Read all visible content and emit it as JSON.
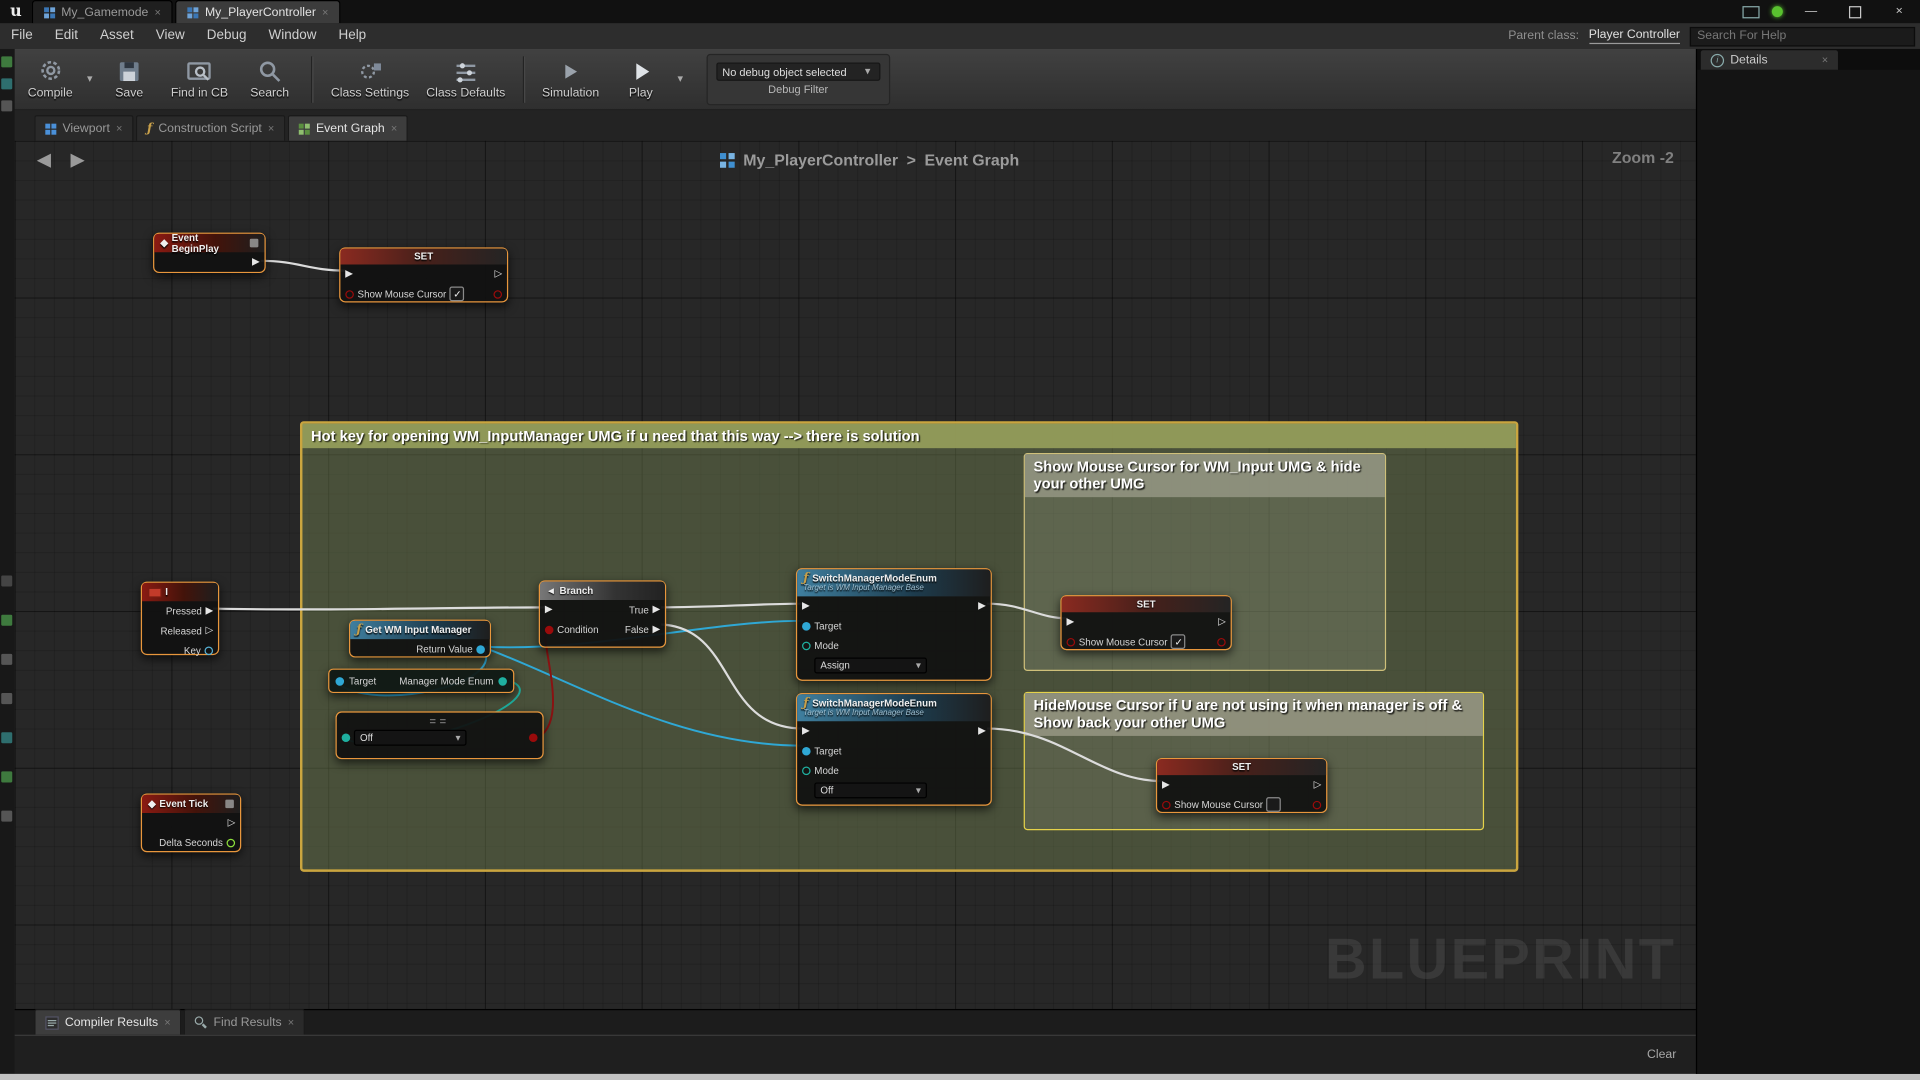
{
  "window": {
    "logo": "u",
    "doc_tabs": [
      {
        "label": "My_Gamemode"
      },
      {
        "label": "My_PlayerController"
      }
    ]
  },
  "menubar": {
    "items": [
      "File",
      "Edit",
      "Asset",
      "View",
      "Debug",
      "Window",
      "Help"
    ],
    "parent_class_label": "Parent class:",
    "parent_class_value": "Player Controller",
    "help_search_placeholder": "Search For Help"
  },
  "toolbar": {
    "compile_label": "Compile",
    "save_label": "Save",
    "find_in_cb_label": "Find in CB",
    "search_label": "Search",
    "class_settings_label": "Class Settings",
    "class_defaults_label": "Class Defaults",
    "simulation_label": "Simulation",
    "play_label": "Play",
    "debug_object_value": "No debug object selected",
    "debug_filter_label": "Debug Filter"
  },
  "editor_tabs": {
    "viewport": "Viewport",
    "construction_script": "Construction Script",
    "event_graph": "Event Graph"
  },
  "graph": {
    "breadcrumb": {
      "root": "My_PlayerController",
      "separator": ">",
      "leaf": "Event Graph"
    },
    "zoom_label": "Zoom -2",
    "watermark": "BLUEPRINT",
    "comments": {
      "hotkey_title": "Hot key for opening WM_InputManager UMG if u need that this way --> there is solution",
      "show_title": "Show Mouse Cursor for WM_Input UMG  & hide your other UMG",
      "hide_title": "HideMouse Cursor if U are not using it when manager is off  & Show back your other UMG"
    },
    "nodes": {
      "event_begin_play": {
        "title": "Event BeginPlay"
      },
      "set_begin": {
        "title": "SET",
        "var_label": "Show Mouse Cursor",
        "checked_glyph": "✓"
      },
      "input_key": {
        "title": "I",
        "pressed_label": "Pressed",
        "released_label": "Released",
        "key_label": "Key"
      },
      "get_wm_input_manager": {
        "title": "Get WM Input Manager",
        "return_label": "Return Value"
      },
      "manager_mode_getter": {
        "target_label": "Target",
        "output_label": "Manager Mode Enum"
      },
      "enum_equal": {
        "operator": "==",
        "value": "Off"
      },
      "branch": {
        "title": "Branch",
        "condition_label": "Condition",
        "true_label": "True",
        "false_label": "False"
      },
      "switch_assign": {
        "title": "SwitchManagerModeEnum",
        "subtitle": "Target is WM Input Manager Base",
        "target_label": "Target",
        "mode_label": "Mode",
        "mode_value": "Assign"
      },
      "switch_off": {
        "title": "SwitchManagerModeEnum",
        "subtitle": "Target is WM Input Manager Base",
        "target_label": "Target",
        "mode_label": "Mode",
        "mode_value": "Off"
      },
      "set_show": {
        "title": "SET",
        "var_label": "Show Mouse Cursor",
        "checked_glyph": "✓"
      },
      "set_hide": {
        "title": "SET",
        "var_label": "Show Mouse Cursor",
        "checked_glyph": ""
      },
      "event_tick": {
        "title": "Event Tick",
        "delta_label": "Delta Seconds"
      }
    },
    "colors": {
      "selection_border": "#e8963c",
      "exec_wire": "#dcdcdc",
      "object_wire": "#2fa8d5",
      "enum_wire": "#1fb0a0",
      "bool_wire": "#8a1212",
      "comment_main_border": "#caa53f"
    }
  },
  "bottom_panel": {
    "tabs": [
      {
        "label": "Compiler Results"
      },
      {
        "label": "Find Results"
      }
    ],
    "clear_label": "Clear"
  },
  "details_panel": {
    "title": "Details"
  },
  "icons": {
    "event_diamond": "◆",
    "function_f": "ƒ",
    "branch_arrow": "◄",
    "exec_filled": "▶",
    "exec_hollow": "▷",
    "dropdown_arrow": "▾",
    "nav_back": "◀",
    "nav_forward": "▶",
    "close": "×",
    "minimize": "—",
    "info": "i"
  }
}
